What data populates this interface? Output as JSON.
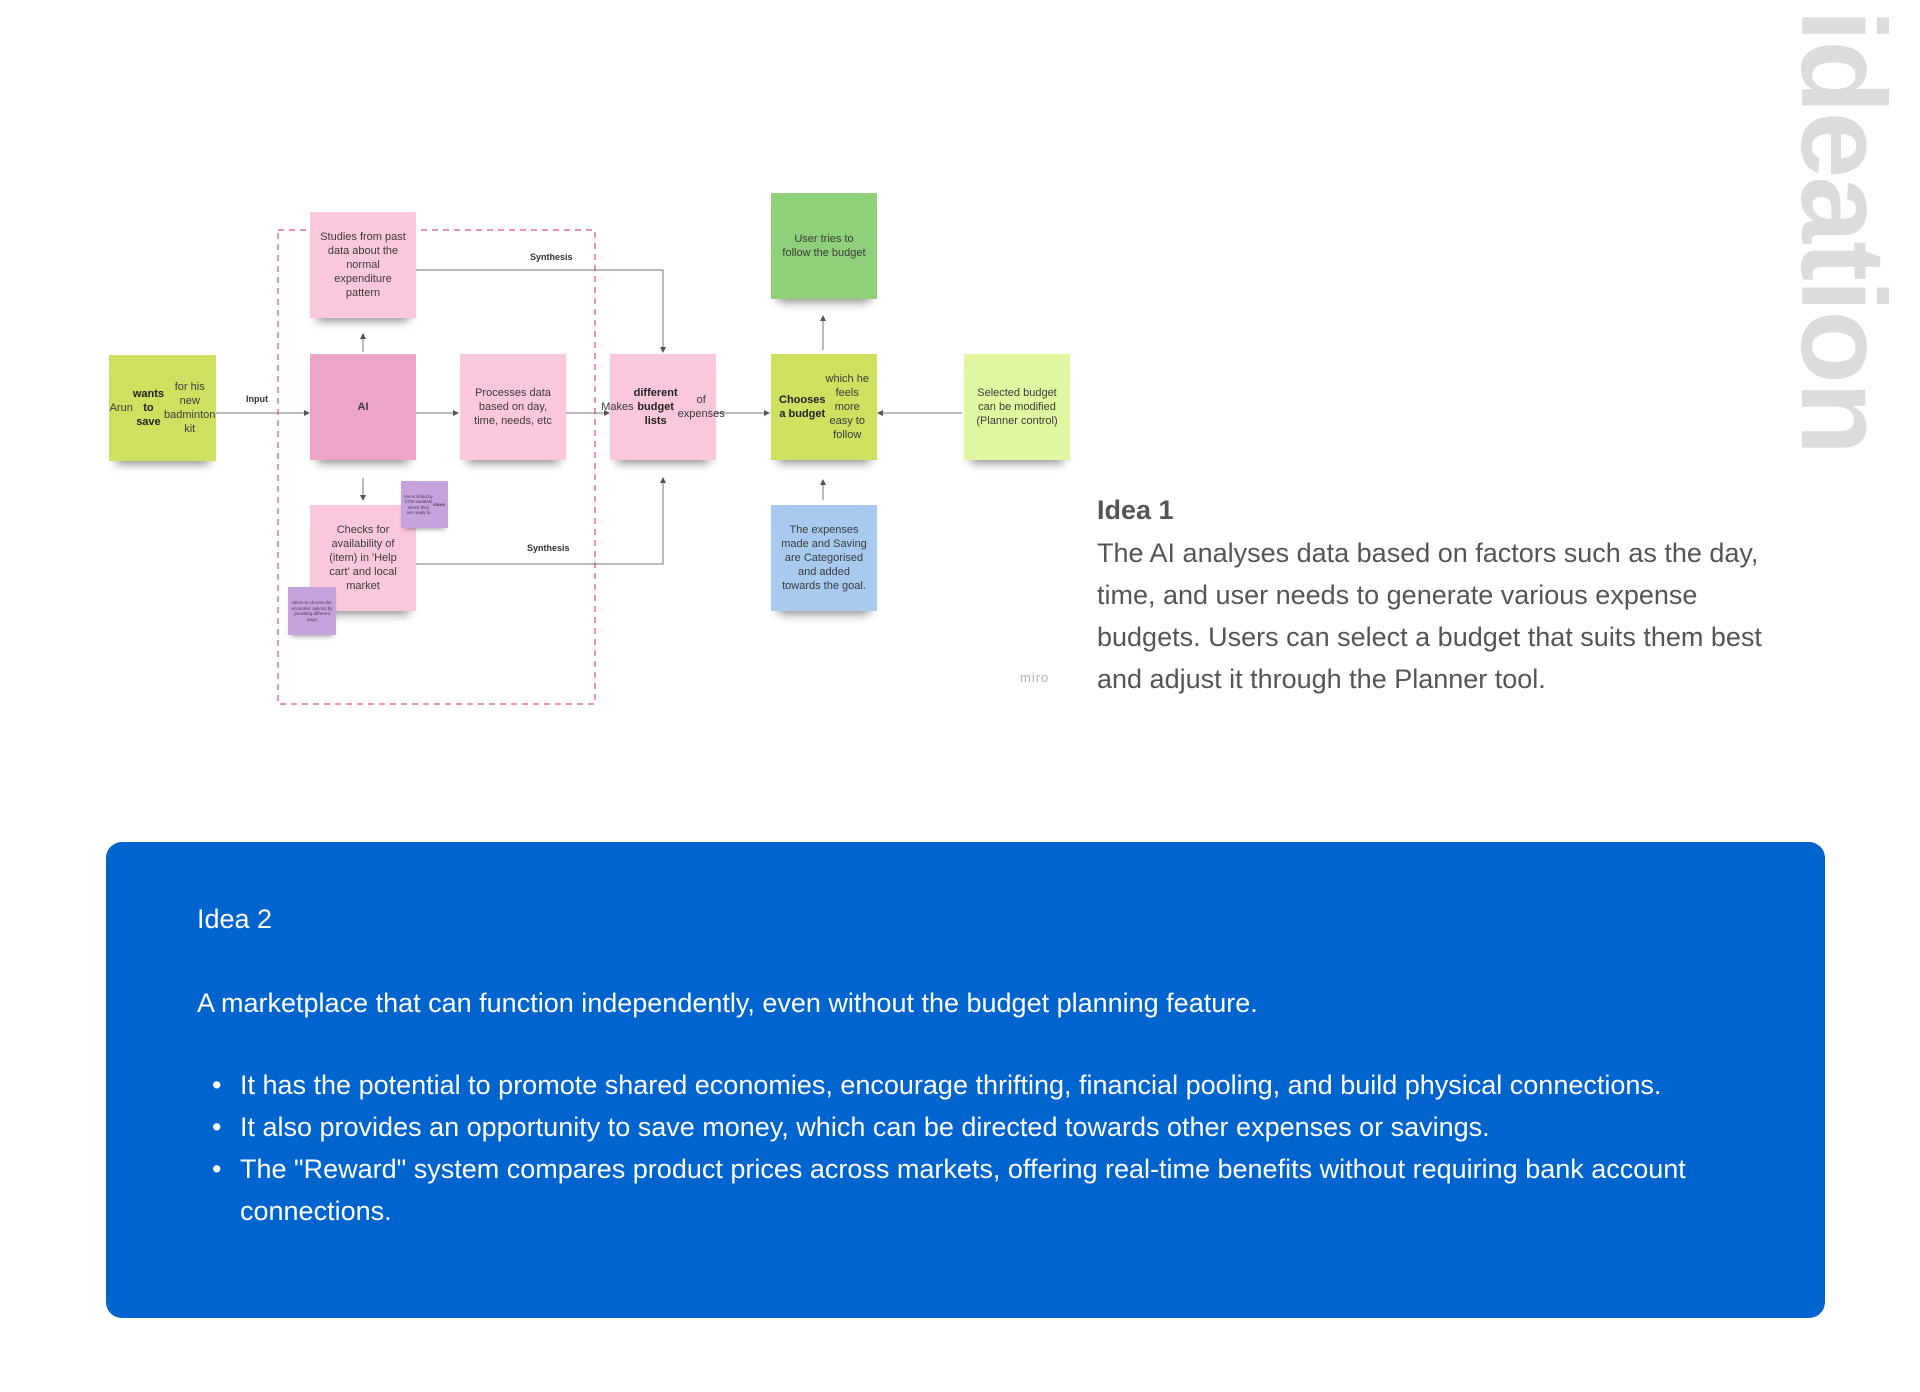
{
  "page_title": "ideation",
  "diagram": {
    "notes": {
      "arun": "Arun <b>wants to save</b> for his new badminton kit",
      "studies": "Studies from past data about the normal expenditure pattern",
      "ai": "AI",
      "checks": "Checks for availability of (item) in 'Help cart' and local market",
      "processes": "Processes data based on day, time, needs, etc",
      "makes": "Makes <b>different budget lists</b> of expenses",
      "user_tries": "User tries to follow the budget",
      "chooses": "<b>Chooses a budget</b> which he feels more easy to follow",
      "expenses": "The expenses made and Saving are Categorised and added towards the goal.",
      "selected": "Selected budget can be modified (Planner control)",
      "mini_a": "Items listed by STM students which they are ready to <b>share</b>",
      "mini_b": "Items to choose the economic options by providing different ways"
    },
    "labels": {
      "input": "Input",
      "synthesis_top": "Synthesis",
      "synthesis_bottom": "Synthesis"
    },
    "watermark": "miro",
    "colors": {
      "lime": "#cfe060",
      "light_pink": "#fbc7dc",
      "pink": "#eca5c8",
      "green": "#8fd07a",
      "light_green": "#e0f7a0",
      "blue": "#a9caef",
      "purple": "#c7a3dd",
      "dashed_frame": "#e8709a"
    }
  },
  "idea1": {
    "title": "Idea 1",
    "text": "The AI analyses data based on factors such as the day, time, and user needs to generate various expense budgets. Users can select a budget that suits them best and adjust it through the Planner tool."
  },
  "idea2": {
    "title": "Idea 2",
    "description": "A marketplace that can function independently, even without the budget planning feature.",
    "bullets": [
      "It has the potential to promote shared economies, encourage thrifting, financial pooling, and build physical connections.",
      "It also provides an opportunity to save money, which can be directed towards other expenses or savings.",
      "The \"Reward\" system compares product prices across markets, offering real-time benefits without requiring bank account connections."
    ],
    "background": "#0064cf"
  }
}
